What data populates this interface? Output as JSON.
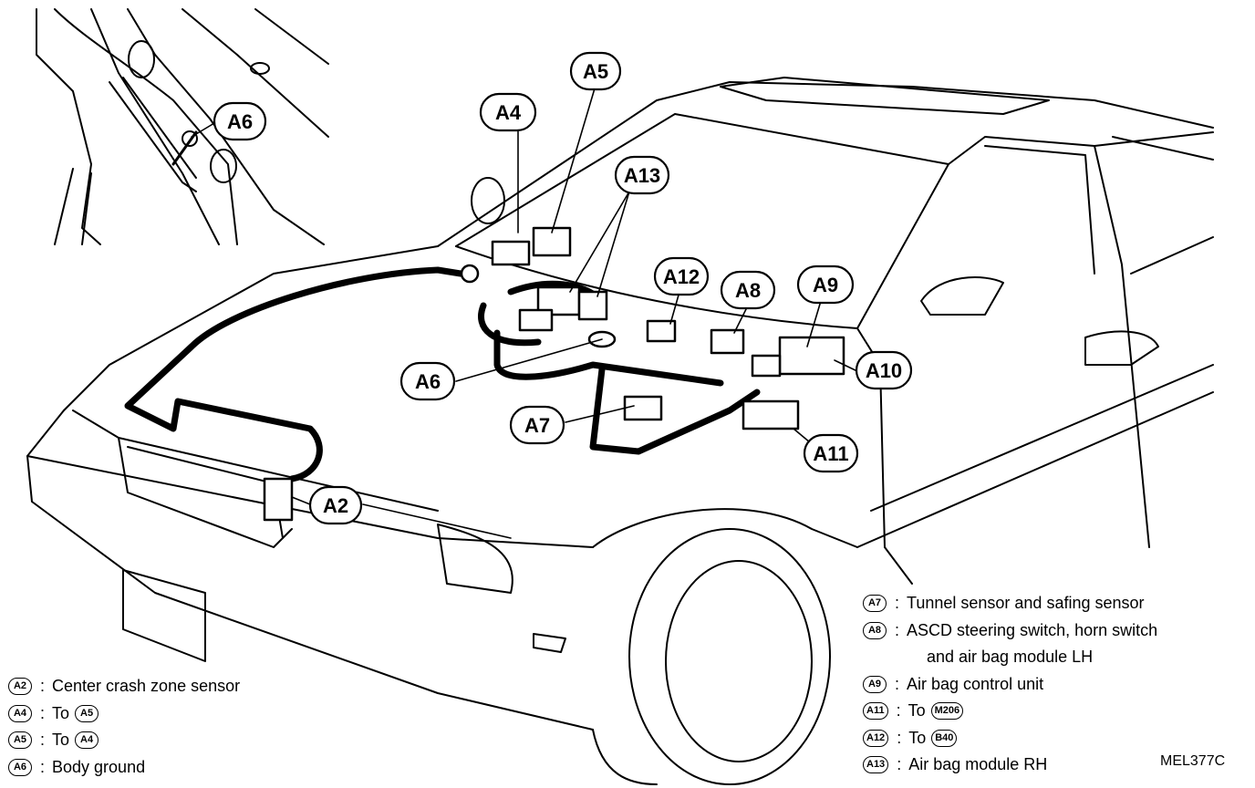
{
  "callouts": {
    "a2": "A2",
    "a4": "A4",
    "a5": "A5",
    "a6_inset": "A6",
    "a6": "A6",
    "a7": "A7",
    "a8": "A8",
    "a9": "A9",
    "a10": "A10",
    "a11": "A11",
    "a12": "A12",
    "a13": "A13"
  },
  "legend_left": [
    {
      "code": "A2",
      "text": "Center crash zone sensor"
    },
    {
      "code": "A4",
      "text": "To",
      "ref": "A5"
    },
    {
      "code": "A5",
      "text": "To",
      "ref": "A4"
    },
    {
      "code": "A6",
      "text": "Body ground"
    }
  ],
  "legend_right": [
    {
      "code": "A7",
      "text": "Tunnel sensor and safing sensor"
    },
    {
      "code": "A8",
      "text": "ASCD steering switch, horn switch",
      "text2": "and air bag module LH"
    },
    {
      "code": "A9",
      "text": "Air bag control unit"
    },
    {
      "code": "A11",
      "text": "To",
      "ref": "M206"
    },
    {
      "code": "A12",
      "text": "To",
      "ref": "B40"
    },
    {
      "code": "A13",
      "text": "Air bag module RH"
    }
  ],
  "separator": ":",
  "figure_id": "MEL377C"
}
